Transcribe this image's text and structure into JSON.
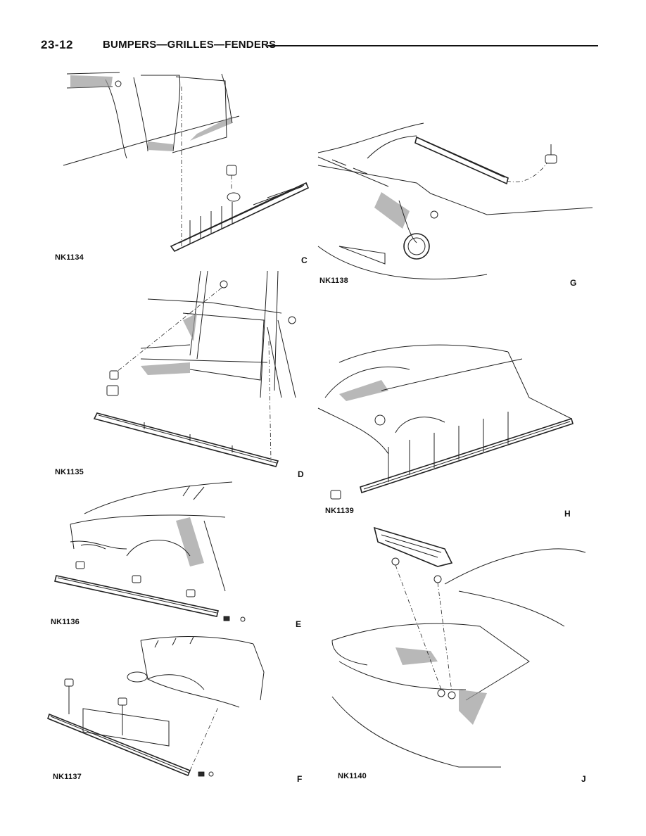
{
  "header": {
    "page_number": "23-12",
    "title": "BUMPERS—GRILLES—FENDERS"
  },
  "figures": [
    {
      "id": "NK1134",
      "letter": "C"
    },
    {
      "id": "NK1138",
      "letter": "G"
    },
    {
      "id": "NK1135",
      "letter": "D"
    },
    {
      "id": "NK1139",
      "letter": "H"
    },
    {
      "id": "NK1136",
      "letter": "E"
    },
    {
      "id": "NK1140",
      "letter": "J"
    },
    {
      "id": "NK1137",
      "letter": "F"
    }
  ]
}
